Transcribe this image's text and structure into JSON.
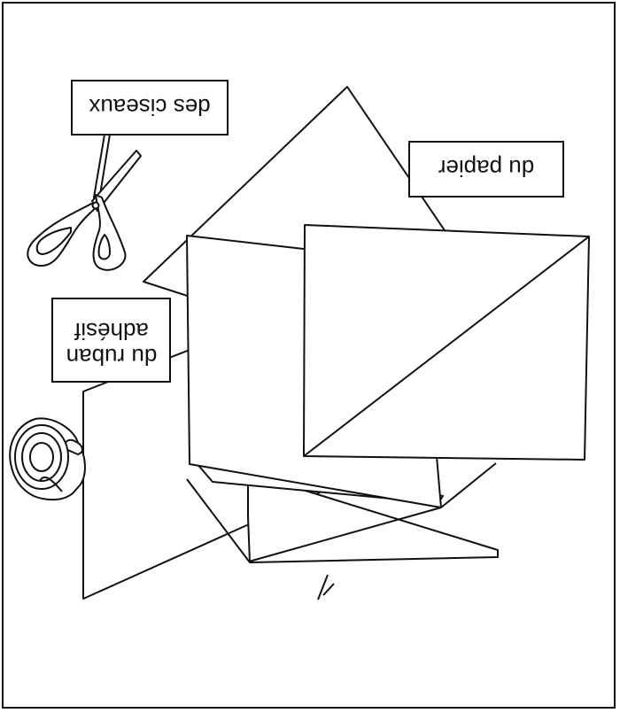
{
  "labels": {
    "scissors": "des ciseaux",
    "paper": "du papier",
    "tape_line1": "du ruban",
    "tape_line2": "adhésif"
  },
  "icons": [
    "scissors-icon",
    "tape-dispenser-icon",
    "paper-sheets-icon"
  ],
  "colors": {
    "ink": "#111111",
    "background": "#ffffff"
  },
  "orientation": "rotated 180 degrees (upside down)"
}
